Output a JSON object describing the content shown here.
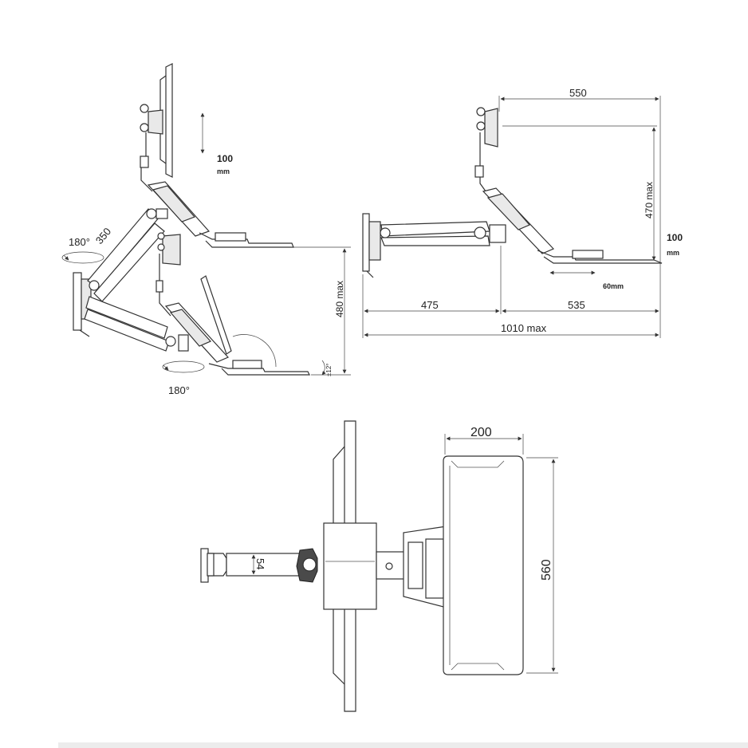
{
  "left_view": {
    "vertical_travel": "100",
    "vertical_travel_unit": "mm",
    "arm_length": "350",
    "rotation_wall": "180°",
    "rotation_base": "180°",
    "height_max": "480  max",
    "tilt": "±12°"
  },
  "right_view": {
    "top_width": "550",
    "height_max": "470  max",
    "vertical_travel": "100",
    "vertical_travel_unit": "mm",
    "keyboard_slide": "60mm",
    "arm_reach": "475",
    "tray_reach": "535",
    "total_reach": "1010  max"
  },
  "top_view": {
    "tray_width": "200",
    "tray_depth": "560",
    "pole_diameter": "54"
  }
}
